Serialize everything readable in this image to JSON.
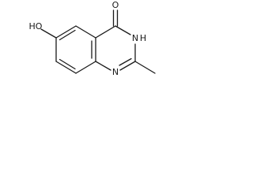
{
  "molecule": {
    "atoms": {
      "oxygen_carbonyl": "O",
      "hydroxyl": "HO",
      "n3": "N",
      "n3_h": "H",
      "n1": "N"
    },
    "colors": {
      "bond": "#1a1a1a",
      "text": "#1a1a1a",
      "background": "#ffffff"
    }
  }
}
